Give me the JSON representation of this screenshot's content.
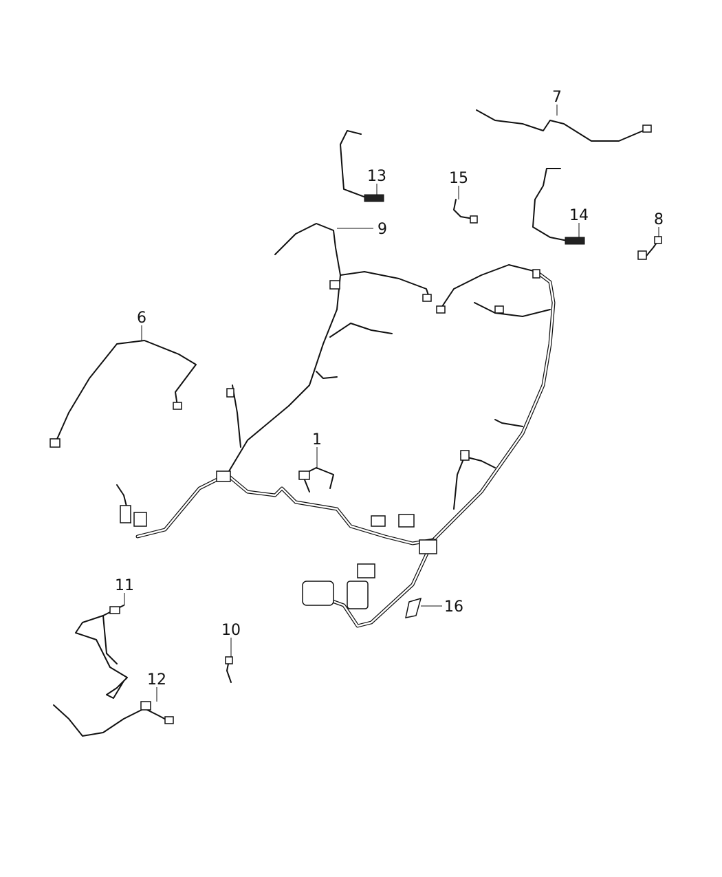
{
  "diagram": {
    "type": "parts-exploded-view",
    "callouts": [
      {
        "id": "1",
        "label": "1"
      },
      {
        "id": "6",
        "label": "6"
      },
      {
        "id": "7",
        "label": "7"
      },
      {
        "id": "8",
        "label": "8"
      },
      {
        "id": "9",
        "label": "9"
      },
      {
        "id": "10",
        "label": "10"
      },
      {
        "id": "11",
        "label": "11"
      },
      {
        "id": "12",
        "label": "12"
      },
      {
        "id": "13",
        "label": "13"
      },
      {
        "id": "14",
        "label": "14"
      },
      {
        "id": "15",
        "label": "15"
      },
      {
        "id": "16",
        "label": "16"
      }
    ]
  }
}
